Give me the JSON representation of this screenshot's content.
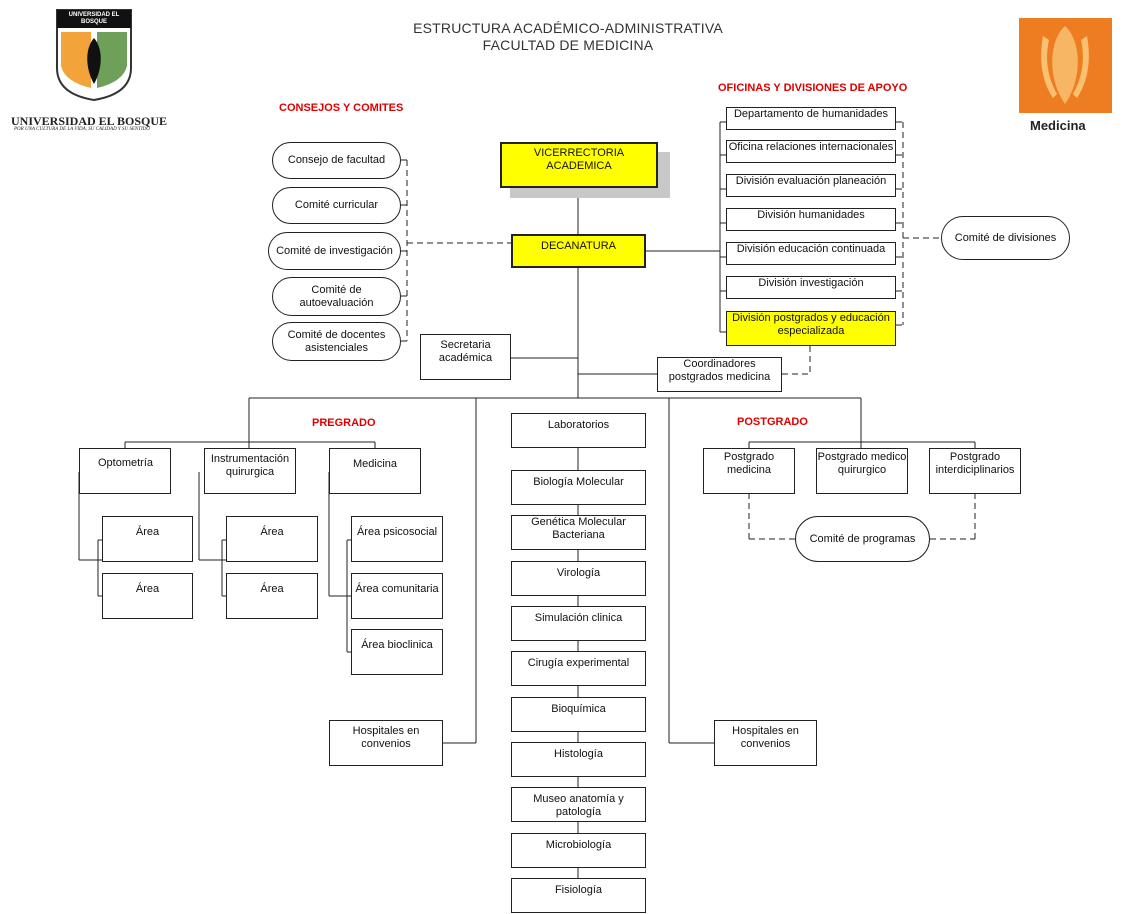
{
  "title": {
    "line1": "ESTRUCTURA ACADÉMICO-ADMINISTRATIVA",
    "line2": "FACULTAD DE MEDICINA"
  },
  "logos": {
    "left_caption": "UNIVERSIDAD EL BOSQUE",
    "left_seal": "UNIVERSIDAD EL BOSQUE",
    "left_motto": "POR UNA CULTURA DE LA VIDA, SU CALIDAD Y SU SENTIDO",
    "right_caption": "Medicina"
  },
  "headers": {
    "consejos": "CONSEJOS Y COMITES",
    "oficinas": "OFICINAS Y DIVISIONES DE APOYO",
    "pregrado": "PREGRADO",
    "postgrado": "POSTGRADO"
  },
  "top": {
    "vicerrectoria": "VICERRECTORIA ACADEMICA",
    "decanatura": "DECANATURA"
  },
  "consejos": [
    "Consejo de facultad",
    "Comité curricular",
    "Comité de investigación",
    "Comité de autoevaluación",
    "Comité de docentes asistenciales"
  ],
  "oficinas": [
    "Departamento de humanidades",
    "Oficina relaciones internacionales",
    "División evaluación planeación",
    "División humanidades",
    "División educación continuada",
    "División investigación",
    "División postgrados y educación especializada"
  ],
  "comite_divisiones": "Comité de divisiones",
  "secretaria": "Secretaria académica",
  "coordinadores": "Coordinadores postgrados medicina",
  "pregrado": {
    "programs": [
      "Optometría",
      "Instrumentación quirurgica",
      "Medicina"
    ],
    "optometria_areas": [
      "Área",
      "Área"
    ],
    "instrumentacion_areas": [
      "Área",
      "Área"
    ],
    "medicina_areas": [
      "Área psicosocial",
      "Área comunitaria",
      "Área bioclinica"
    ]
  },
  "labs": [
    "Laboratorios",
    "Biología Molecular",
    "Genética Molecular Bacteriana",
    "Virología",
    "Simulación clinica",
    "Cirugía experimental",
    "Bioquímica",
    "Histología",
    "Museo anatomía y patología",
    "Microbiología",
    "Fisiología"
  ],
  "hospitales_left": "Hospitales en convenios",
  "hospitales_right": "Hospitales en convenios",
  "postgrado": {
    "programs": [
      "Postgrado medicina",
      "Postgrado medico quirurgico",
      "Postgrado interdiciplinarios"
    ],
    "comite": "Comité de programas"
  }
}
